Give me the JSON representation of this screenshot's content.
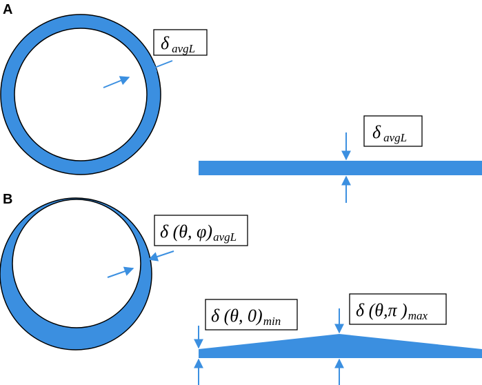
{
  "colors": {
    "film": "#3b8fe0",
    "outline": "#000000",
    "background": "#ffffff"
  },
  "panels": [
    {
      "letter": "A",
      "circle_label": {
        "symbol": "δ",
        "args": "",
        "sub": "avgL"
      },
      "film_label": {
        "symbol": "δ",
        "args": "",
        "sub": "avgL"
      }
    },
    {
      "letter": "B",
      "circle_label": {
        "symbol": "δ",
        "args": " (θ, φ)",
        "sub": "avgL"
      },
      "min_label": {
        "symbol": "δ",
        "args": " (θ, 0)",
        "sub": "min"
      },
      "max_label": {
        "symbol": "δ",
        "args": " (θ,π )",
        "sub": "max"
      }
    }
  ]
}
